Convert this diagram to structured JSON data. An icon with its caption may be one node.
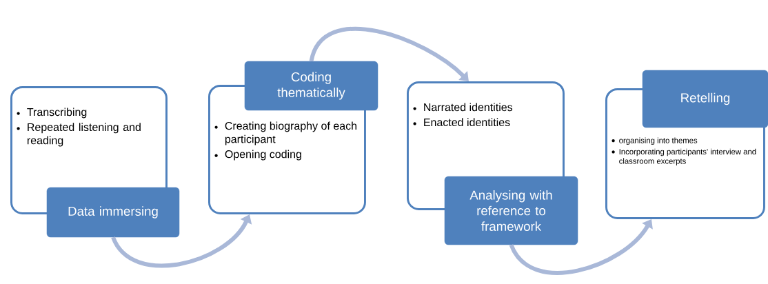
{
  "diagram": {
    "nodes": [
      {
        "text": [
          "Transcribing",
          "Repeated listening and reading"
        ]
      },
      {
        "text": [
          "Data immersing"
        ]
      },
      {
        "text": [
          "Coding thematically"
        ]
      },
      {
        "text": [
          "Creating biography of each participant",
          "Opening coding"
        ]
      },
      {
        "text": [
          "Narrated identities",
          "Enacted identities"
        ]
      },
      {
        "text": [
          "Analysing with reference to framework"
        ]
      },
      {
        "text": [
          "Retelling"
        ]
      },
      {
        "text": [
          "organising into themes",
          "Incorporating participants' interview and classroom excerpts"
        ]
      }
    ],
    "edges": [
      {
        "from": 1,
        "to": 3,
        "arrow": "to"
      },
      {
        "from": 2,
        "to": 4,
        "arrow": "to"
      },
      {
        "from": 5,
        "to": 7,
        "arrow": "to"
      }
    ]
  }
}
